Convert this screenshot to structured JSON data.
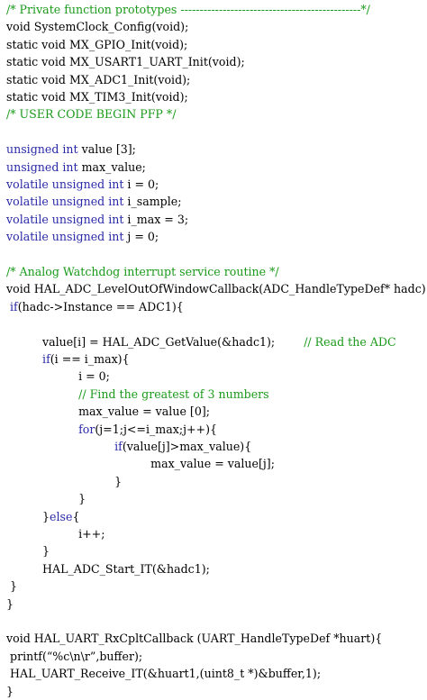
{
  "colors": {
    "text": "#000000",
    "comment": "#1a9a1a",
    "keyword": "#2a2aa8",
    "background": "#ffffff"
  },
  "lines": [
    [
      {
        "t": "/* Private function prototypes -----------------------------------------------*/",
        "c": "comment"
      }
    ],
    [
      {
        "t": "void SystemClock_Config(void);",
        "c": "plain"
      }
    ],
    [
      {
        "t": "static void MX_GPIO_Init(void);",
        "c": "plain"
      }
    ],
    [
      {
        "t": "static void MX_USART1_UART_Init(void);",
        "c": "plain"
      }
    ],
    [
      {
        "t": "static void MX_ADC1_Init(void);",
        "c": "plain"
      }
    ],
    [
      {
        "t": "static void MX_TIM3_Init(void);",
        "c": "plain"
      }
    ],
    [
      {
        "t": "/* USER CODE BEGIN PFP */",
        "c": "comment"
      }
    ],
    [],
    [
      {
        "t": "unsigned ",
        "c": "kw"
      },
      {
        "t": "int",
        "c": "kw"
      },
      {
        "t": " value [3];",
        "c": "plain"
      }
    ],
    [
      {
        "t": "unsigned ",
        "c": "kw"
      },
      {
        "t": "int",
        "c": "kw"
      },
      {
        "t": " max_value;",
        "c": "plain"
      }
    ],
    [
      {
        "t": "volatile unsigned ",
        "c": "kw"
      },
      {
        "t": "int",
        "c": "kw"
      },
      {
        "t": " i = 0;",
        "c": "plain"
      }
    ],
    [
      {
        "t": "volatile unsigned ",
        "c": "kw"
      },
      {
        "t": "int",
        "c": "kw"
      },
      {
        "t": " i_sample;",
        "c": "plain"
      }
    ],
    [
      {
        "t": "volatile unsigned ",
        "c": "kw"
      },
      {
        "t": "int",
        "c": "kw"
      },
      {
        "t": " i_max = 3;",
        "c": "plain"
      }
    ],
    [
      {
        "t": "volatile unsigned ",
        "c": "kw"
      },
      {
        "t": "int",
        "c": "kw"
      },
      {
        "t": " j = 0;",
        "c": "plain"
      }
    ],
    [],
    [
      {
        "t": "/* Analog Watchdog interrupt service routine */",
        "c": "comment"
      }
    ],
    [
      {
        "t": "void HAL_ADC_LevelOutOfWindowCallback(ADC_HandleTypeDef* hadc){",
        "c": "plain"
      }
    ],
    [
      {
        "t": " ",
        "c": "plain"
      },
      {
        "t": "if",
        "c": "kw"
      },
      {
        "t": "(hadc->Instance == ADC1){",
        "c": "plain"
      }
    ],
    [],
    [
      {
        "t": "          value[i] = HAL_ADC_GetValue(&hadc1);        ",
        "c": "plain"
      },
      {
        "t": "// Read the ADC",
        "c": "comment"
      }
    ],
    [
      {
        "t": "          ",
        "c": "plain"
      },
      {
        "t": "if",
        "c": "kw"
      },
      {
        "t": "(i == i_max){",
        "c": "plain"
      }
    ],
    [
      {
        "t": "                    i = 0;",
        "c": "plain"
      }
    ],
    [
      {
        "t": "                    ",
        "c": "plain"
      },
      {
        "t": "// Find the greatest of 3 numbers",
        "c": "comment"
      }
    ],
    [
      {
        "t": "                    max_value = value [0];",
        "c": "plain"
      }
    ],
    [
      {
        "t": "                    ",
        "c": "plain"
      },
      {
        "t": "for",
        "c": "kw"
      },
      {
        "t": "(j=1;j<=i_max;j++){",
        "c": "plain"
      }
    ],
    [
      {
        "t": "                              ",
        "c": "plain"
      },
      {
        "t": "if",
        "c": "kw"
      },
      {
        "t": "(value[j]>max_value){",
        "c": "plain"
      }
    ],
    [
      {
        "t": "                                        max_value = value[j];",
        "c": "plain"
      }
    ],
    [
      {
        "t": "                              }",
        "c": "plain"
      }
    ],
    [
      {
        "t": "                    }",
        "c": "plain"
      }
    ],
    [
      {
        "t": "          }",
        "c": "plain"
      },
      {
        "t": "else",
        "c": "kw"
      },
      {
        "t": "{",
        "c": "plain"
      }
    ],
    [
      {
        "t": "                    i++;",
        "c": "plain"
      }
    ],
    [
      {
        "t": "          }",
        "c": "plain"
      }
    ],
    [
      {
        "t": "          HAL_ADC_Start_IT(&hadc1);",
        "c": "plain"
      }
    ],
    [
      {
        "t": " }",
        "c": "plain"
      }
    ],
    [
      {
        "t": "}",
        "c": "plain"
      }
    ],
    [],
    [
      {
        "t": "void HAL_UART_RxCpltCallback (UART_HandleTypeDef *huart){",
        "c": "plain"
      }
    ],
    [
      {
        "t": " printf(“%c\\n\\r”,buffer);",
        "c": "plain"
      }
    ],
    [
      {
        "t": " HAL_UART_Receive_IT(&huart1,(uint8_t *)&buffer,1);",
        "c": "plain"
      }
    ],
    [
      {
        "t": "}",
        "c": "plain"
      }
    ]
  ]
}
